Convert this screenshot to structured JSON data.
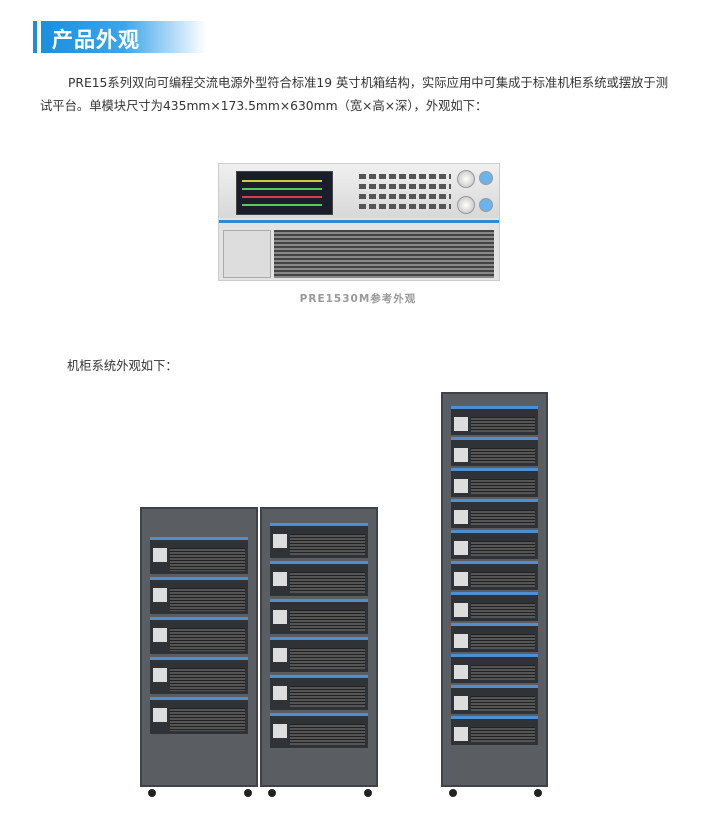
{
  "section": {
    "title": "产品外观"
  },
  "intro": "PRE15系列双向可编程交流电源外型符合标准19 英寸机箱结构，实际应用中可集成于标准机柜系统或摆放于测试平台。单模块尺寸为435mm×173.5mm×630mm（宽×高×深），外观如下：",
  "figure": {
    "caption": "PRE1530M参考外观"
  },
  "cabinet_intro": "机柜系统外观如下：",
  "colors": {
    "accent": "#1a8fe0"
  }
}
